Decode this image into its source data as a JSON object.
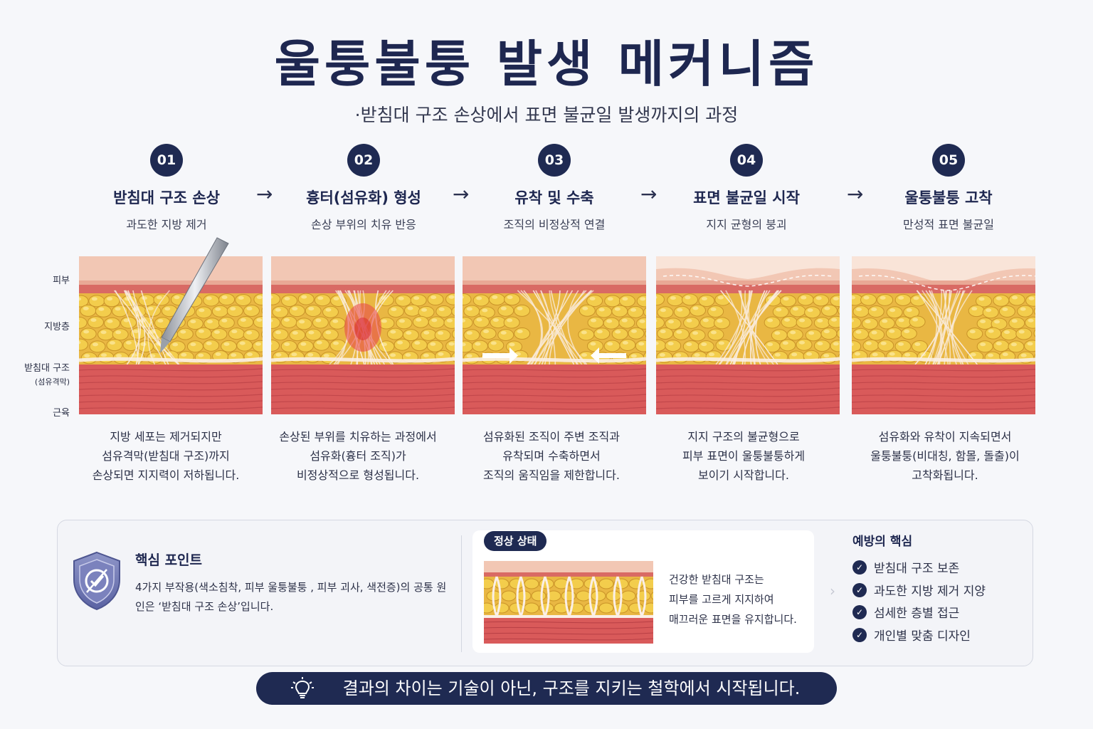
{
  "title": "울퉁불퉁 발생 메커니즘",
  "subtitle": "·받침대 구조 손상에서 표면 불균일 발생까지의 과정",
  "layer_labels": {
    "skin": "피부",
    "fat": "지방층",
    "support": "받침대 구조",
    "support_sub": "(섬유격막)",
    "muscle": "근육"
  },
  "steps": [
    {
      "num": "01",
      "title": "받침대 구조 손상",
      "sub": "과도한 지방 제거",
      "desc": [
        "지방 세포는 제거되지만",
        "섬유격막(받침대 구조)까지",
        "손상되면 지지력이 저하됩니다."
      ]
    },
    {
      "num": "02",
      "title": "흉터(섬유화) 형성",
      "sub": "손상 부위의 치유 반응",
      "desc": [
        "손상된 부위를 치유하는 과정에서",
        "섬유화(흉터 조직)가",
        "비정상적으로 형성됩니다."
      ]
    },
    {
      "num": "03",
      "title": "유착 및 수축",
      "sub": "조직의 비정상적 연결",
      "desc": [
        "섬유화된 조직이 주변 조직과",
        "유착되며 수축하면서",
        "조직의 움직임을 제한합니다."
      ]
    },
    {
      "num": "04",
      "title": "표면 불균일 시작",
      "sub": "지지 균형의 붕괴",
      "desc": [
        "지지 구조의 불균형으로",
        "피부 표면이 울퉁불퉁하게",
        "보이기 시작합니다."
      ]
    },
    {
      "num": "05",
      "title": "울퉁불퉁 고착",
      "sub": "만성적 표면 불균일",
      "desc": [
        "섬유화와 유착이 지속되면서",
        "울퉁불퉁(비대칭, 함몰, 돌출)이",
        "고착화됩니다."
      ]
    }
  ],
  "key_point": {
    "title": "핵심 포인트",
    "text": "4가지 부작용(색소침착, 피부 울퉁불퉁 , 피부 괴사, 색전증)의 공통 원인은 ‘받침대 구조 손상’입니다."
  },
  "normal_state": {
    "badge": "정상 상태",
    "lines": [
      "건강한 받침대 구조는",
      "피부를 고르게 지지하여",
      "매끄러운 표면을 유지합니다."
    ]
  },
  "prevention": {
    "title": "예방의 핵심",
    "items": [
      "받침대 구조 보존",
      "과도한 지방 제거 지양",
      "섬세한 층별 접근",
      "개인별 맞춤 디자인"
    ]
  },
  "banner": "결과의 차이는 기술이 아닌, 구조를 지키는 철학에서 시작됩니다.",
  "colors": {
    "navy": "#1f2a52",
    "skin": "#f2c7b4",
    "fat": "#f3cd4c",
    "muscle": "#d95a5a",
    "fiber": "#fbefe6"
  }
}
